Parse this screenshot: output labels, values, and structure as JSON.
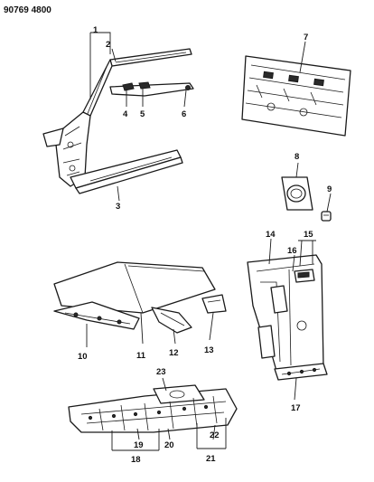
{
  "diagram_code": "90769 4800",
  "callouts": {
    "c1": "1",
    "c2": "2",
    "c3": "3",
    "c4": "4",
    "c5": "5",
    "c6": "6",
    "c7": "7",
    "c8": "8",
    "c9": "9",
    "c10": "10",
    "c11": "11",
    "c12": "12",
    "c13": "13",
    "c14": "14",
    "c15": "15",
    "c16": "16",
    "c17": "17",
    "c18": "18",
    "c19": "19",
    "c20": "20",
    "c21": "21",
    "c22": "22",
    "c23": "23"
  }
}
